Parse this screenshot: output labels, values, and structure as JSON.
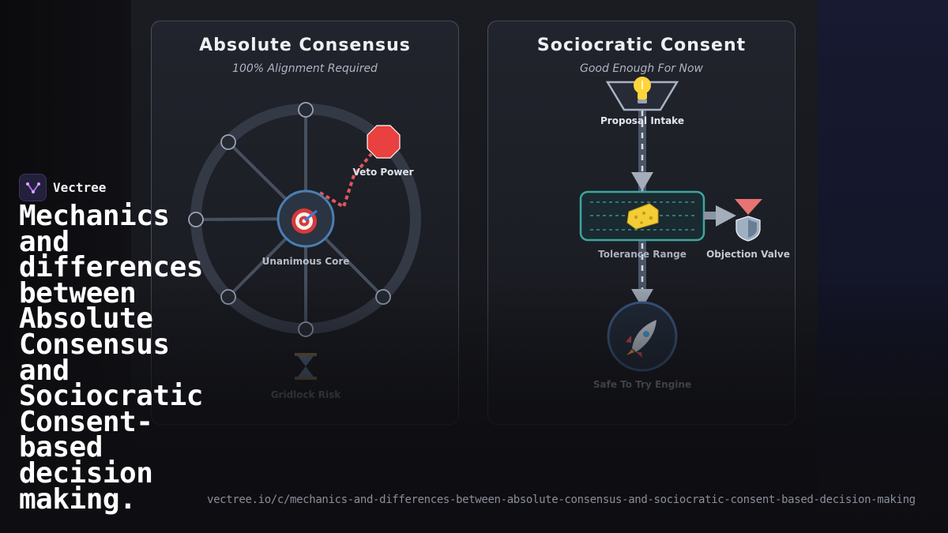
{
  "brand": {
    "name": "Vectree",
    "logo_icon": "v-node-icon"
  },
  "headline": "Mechanics and differences between Absolute Consensus and Sociocratic Consent-based decision making.",
  "url": "vectree.io/c/mechanics-and-differences-between-absolute-consensus-and-sociocratic-consent-based-decision-making",
  "left_panel": {
    "title": "Absolute Consensus",
    "subtitle": "100% Alignment Required",
    "nodes": {
      "core": {
        "label": "Unanimous Core",
        "icon": "target-icon"
      },
      "veto": {
        "label": "Veto Power",
        "icon": "stop-sign-icon"
      },
      "gridlock": {
        "label": "Gridlock Risk",
        "icon": "hourglass-icon"
      }
    }
  },
  "right_panel": {
    "title": "Sociocratic Consent",
    "subtitle": "Good Enough For Now",
    "nodes": {
      "intake": {
        "label": "Proposal Intake",
        "icon": "lightbulb-icon"
      },
      "tolerance": {
        "label": "Tolerance Range",
        "icon": "sponge-icon"
      },
      "objection": {
        "label": "Objection Valve",
        "icon": "shield-icon"
      },
      "engine": {
        "label": "Safe To Try Engine",
        "icon": "rocket-icon"
      }
    }
  },
  "colors": {
    "accent_teal": "#3aa7a0",
    "veto_red": "#e0575a",
    "wheel_ring": "#343946",
    "brand_purple": "#b066e8"
  }
}
